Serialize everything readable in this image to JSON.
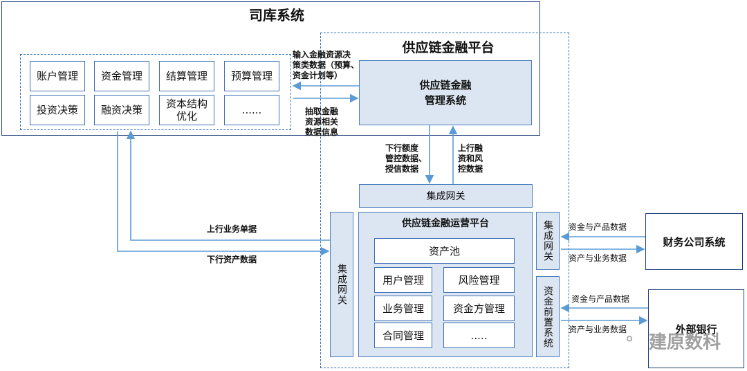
{
  "siku": {
    "title": "司库系统",
    "modules": [
      "账户管理",
      "资金管理",
      "结算管理",
      "预算管理",
      "投资决策",
      "融资决策",
      "资本结构\n优化",
      "......"
    ]
  },
  "platform": {
    "title": "供应链金融平台",
    "mgmt_system": "供应链金融\n管理系统",
    "gateway_top": "集成网关",
    "gateway_left": "集成网关",
    "gateway_right": "集成网关",
    "front_system": "资金前置系统",
    "ops": {
      "title": "供应链金融运营平台",
      "asset_pool": "资产池",
      "modules": [
        "用户管理",
        "风险管理",
        "业务管理",
        "资金方管理",
        "合同管理",
        "....."
      ]
    }
  },
  "external": {
    "finance_company": "财务公司系统",
    "bank": "外部银行"
  },
  "flows": {
    "input_decision": "输入金融资源决\n策类数据（预算、\n资金计划等）",
    "extract": "抽取金融\n资源相关\n数据信息",
    "down_quota": "下行额度\n管控数据、\n授信数据",
    "up_financing": "上行融\n资和风\n控数据",
    "up_business": "上行业务单据",
    "down_asset": "下行资产数据",
    "fc_in": "资金与产品数据",
    "fc_out": "资产与业务数据",
    "bank_in": "资金与产品数据",
    "bank_out": "资产与业务数据"
  },
  "watermark": "建原数科",
  "colors": {
    "border_dark": "#1f3f7a",
    "border_blue": "#4a7dbf",
    "fill_blue": "#dce6f2",
    "arrow": "#5b9bd5"
  }
}
